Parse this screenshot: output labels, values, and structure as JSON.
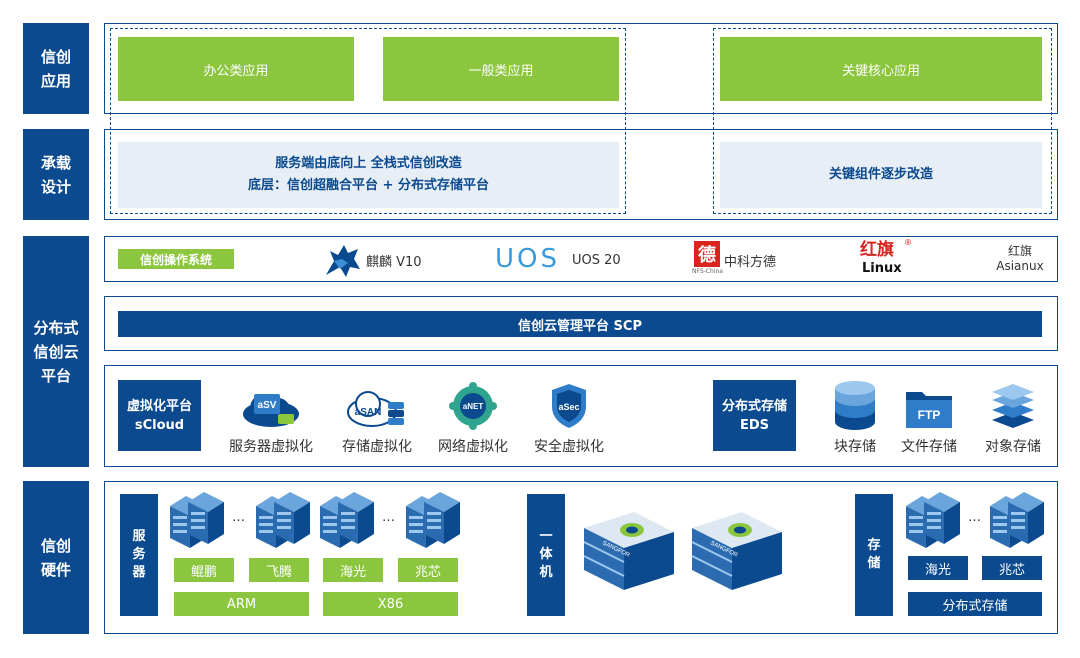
{
  "rows": {
    "app": "信创\n应用",
    "design": "承载\n设计",
    "cloud": "分布式\n信创云\n平台",
    "hardware": "信创\n硬件"
  },
  "apps": {
    "office": "办公类应用",
    "general": "一般类应用",
    "core": "关键核心应用"
  },
  "design": {
    "line1": "服务端由底向上 全栈式信创改造",
    "line2": "底层：信创超融合平台 + 分布式存储平台",
    "key": "关键组件逐步改造"
  },
  "os": {
    "label": "信创操作系统",
    "kylin": "麒麟 V10",
    "uos_logo": "UOS",
    "uos": "UOS 20",
    "nfs_logo": "德",
    "nfs_sub": "NFS-China",
    "nfs": "中科方德",
    "redflag_cn": "红旗",
    "redflag_linux": "Linux",
    "asianux_1": "红旗",
    "asianux_2": "Asianux"
  },
  "scp": "信创云管理平台 SCP",
  "virt": {
    "title": "虚拟化平台\nsCloud",
    "items": [
      {
        "icon": "aSV",
        "label": "服务器虚拟化"
      },
      {
        "icon": "aSAN",
        "label": "存储虚拟化"
      },
      {
        "icon": "aNET",
        "label": "网络虚拟化"
      },
      {
        "icon": "aSec",
        "label": "安全虚拟化"
      }
    ]
  },
  "eds": {
    "title": "分布式存储\nEDS",
    "items": [
      {
        "label": "块存储"
      },
      {
        "label": "文件存储",
        "icon": "FTP"
      },
      {
        "label": "对象存储"
      }
    ]
  },
  "hw": {
    "server": "服\n务\n器",
    "cpus": [
      "鲲鹏",
      "飞腾",
      "海光",
      "兆芯"
    ],
    "arch": [
      "ARM",
      "X86"
    ],
    "ellipsis": "…",
    "allinone": "一\n体\n机",
    "appliance_brand": "SANGFOR",
    "storage": "存\n储",
    "storage_cpus": [
      "海光",
      "兆芯"
    ],
    "storage_dist": "分布式存储"
  },
  "colors": {
    "navy": "#0b4a8f",
    "green": "#8cc63f",
    "grey": "#e8eef5"
  }
}
